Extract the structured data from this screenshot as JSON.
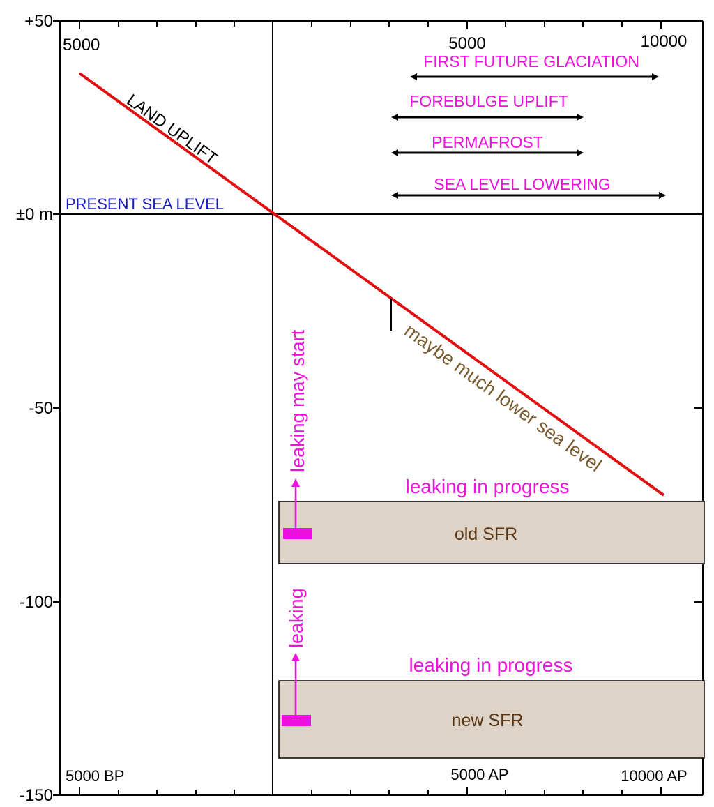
{
  "y_axis": {
    "ticks": [
      {
        "label": "+50",
        "value": 50
      },
      {
        "label": "±0 m",
        "value": 0
      },
      {
        "label": "-50",
        "value": -50
      },
      {
        "label": "-100",
        "value": -100
      },
      {
        "label": "-150",
        "value": -150
      }
    ]
  },
  "top_axis": {
    "left_label": "5000",
    "mid_label": "5000",
    "right_label": "10000"
  },
  "bottom_axis": {
    "left_label": "5000 BP",
    "mid_label": "5000 AP",
    "right_label": "10000 AP"
  },
  "sea_level": {
    "label": "PRESENT SEA LEVEL",
    "color": "#1a1acc"
  },
  "land_uplift": {
    "label": "LAND UPLIFT",
    "color": "#e01010"
  },
  "lower_sea": {
    "label": "maybe much lower sea level",
    "color": "#7a5a2e"
  },
  "events": [
    {
      "label": "FIRST FUTURE GLACIATION"
    },
    {
      "label": "FOREBULGE UPLIFT"
    },
    {
      "label": "PERMAFROST"
    },
    {
      "label": "SEA LEVEL LOWERING"
    }
  ],
  "repositories": {
    "old": {
      "label": "old SFR",
      "status": "leaking in progress",
      "arrow_label": "leaking may start"
    },
    "new": {
      "label": "new SFR",
      "status": "leaking in progress",
      "arrow_label": "leaking"
    }
  },
  "colors": {
    "magenta": "#ee11dd",
    "repo_fill": "#ddd3c6",
    "repo_text": "#5a3514"
  }
}
